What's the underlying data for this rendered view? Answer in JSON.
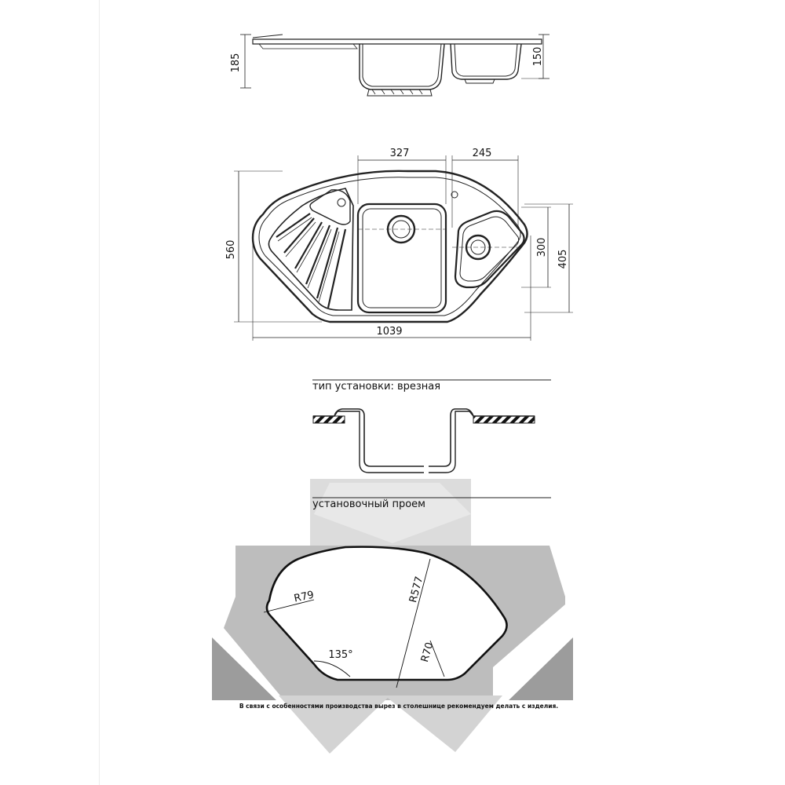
{
  "drawing": {
    "side_view": {
      "dim_height_total": "185",
      "dim_height_small_bowl": "150"
    },
    "top_view": {
      "dim_main_bowl_width": "327",
      "dim_small_bowl_width": "245",
      "dim_overall_depth": "560",
      "dim_small_bowl_depth": "300",
      "dim_right_depth": "405",
      "dim_overall_length": "1039"
    },
    "installation": {
      "type_label": "тип установки: врезная"
    },
    "cutout": {
      "title": "установочный проем",
      "radius_corner": "R79",
      "radius_arc": "R577",
      "radius_side": "R70",
      "angle": "135°",
      "note": "В связи с особенностями производства вырез в столешнице рекомендуем делать с изделия."
    }
  }
}
